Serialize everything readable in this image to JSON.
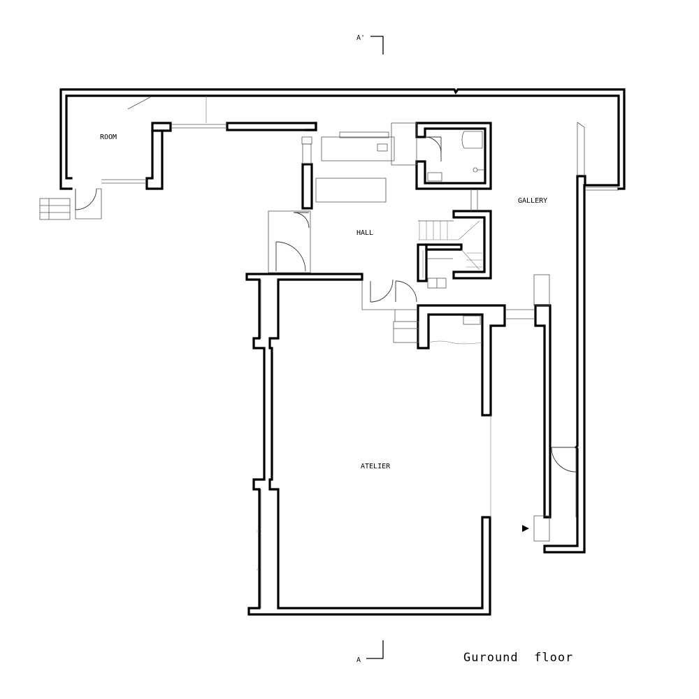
{
  "rooms": {
    "room": "ROOM",
    "gallery": "GALLERY",
    "hall": "HALL",
    "atelier": "ATELIER"
  },
  "section_mark": {
    "top": "A'",
    "bottom": "A"
  },
  "caption": "Guround  floor",
  "colors": {
    "wall": "#000000",
    "fixture": "#555555",
    "background": "#ffffff"
  },
  "icons": {
    "entrance_marker": "triangle-arrow-icon"
  }
}
